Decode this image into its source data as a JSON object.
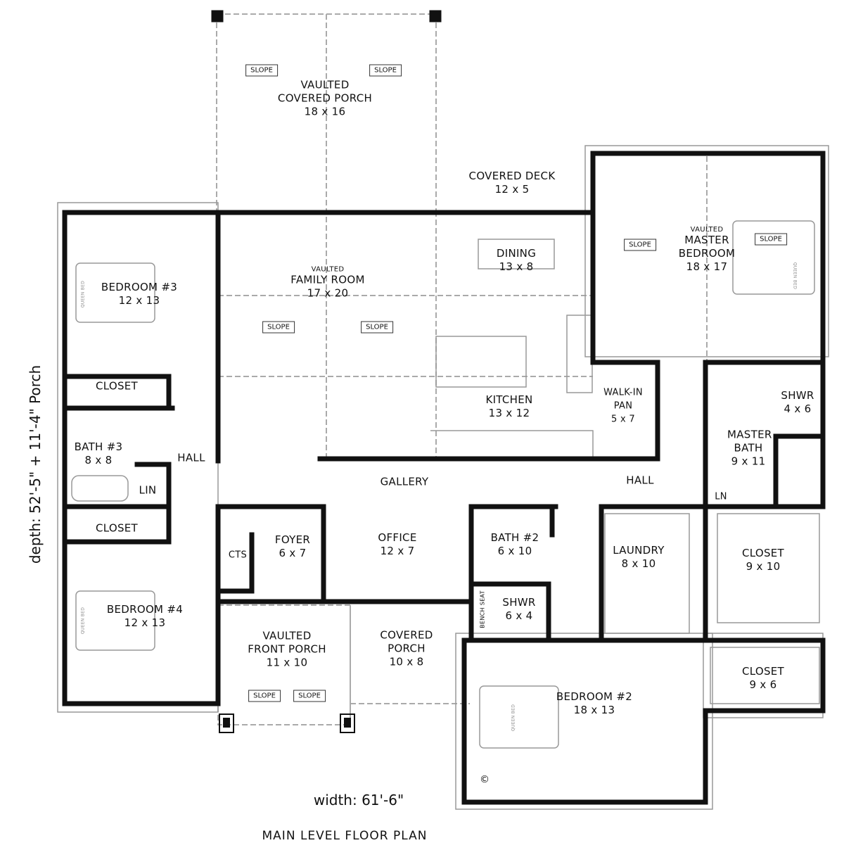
{
  "title": "MAIN LEVEL FLOOR PLAN",
  "width_label": "width: 61'-6\"",
  "depth_label": "depth: 52'-5\" + 11'-4\" Porch",
  "copyright": "©",
  "slope_label": "SLOPE",
  "bed_label": "QUEEN BED",
  "rooms": [
    {
      "pre": "VAULTED",
      "name": "COVERED PORCH",
      "size": "18 x 16"
    },
    {
      "name": "COVERED DECK",
      "size": "12 x 5"
    },
    {
      "pre": "VAULTED",
      "name": "MASTER BEDROOM",
      "size": "18 x 17"
    },
    {
      "name": "BEDROOM #3",
      "size": "12 x 13"
    },
    {
      "pre": "VAULTED",
      "name": "FAMILY ROOM",
      "size": "17 x 20"
    },
    {
      "name": "DINING",
      "size": "13 x 8"
    },
    {
      "name": "KITCHEN",
      "size": "13 x 12"
    },
    {
      "name": "WALK-IN PAN",
      "size": "5 x 7"
    },
    {
      "name": "SHWR",
      "size": "4 x 6"
    },
    {
      "name": "MASTER BATH",
      "size": "9 x 11"
    },
    {
      "name": "CLOSET"
    },
    {
      "name": "BATH #3",
      "size": "8 x 8"
    },
    {
      "name": "LIN"
    },
    {
      "name": "HALL"
    },
    {
      "name": "GALLERY"
    },
    {
      "name": "HALL"
    },
    {
      "name": "LN"
    },
    {
      "name": "CLOSET"
    },
    {
      "name": "CTS"
    },
    {
      "name": "FOYER",
      "size": "6 x 7"
    },
    {
      "name": "OFFICE",
      "size": "12 x 7"
    },
    {
      "name": "BATH #2",
      "size": "6 x 10"
    },
    {
      "name": "LAUNDRY",
      "size": "8 x 10"
    },
    {
      "name": "CLOSET",
      "size": "9 x 10"
    },
    {
      "name": "BEDROOM #4",
      "size": "12 x 13"
    },
    {
      "name": "SHWR",
      "size": "6 x 4"
    },
    {
      "name": "BENCH SEAT"
    },
    {
      "pre": "VAULTED",
      "name": "FRONT PORCH",
      "size": "11 x 10"
    },
    {
      "name": "COVERED PORCH",
      "size": "10 x 8"
    },
    {
      "name": "CLOSET",
      "size": "9 x 6"
    },
    {
      "name": "BEDROOM #2",
      "size": "18 x 13"
    }
  ]
}
